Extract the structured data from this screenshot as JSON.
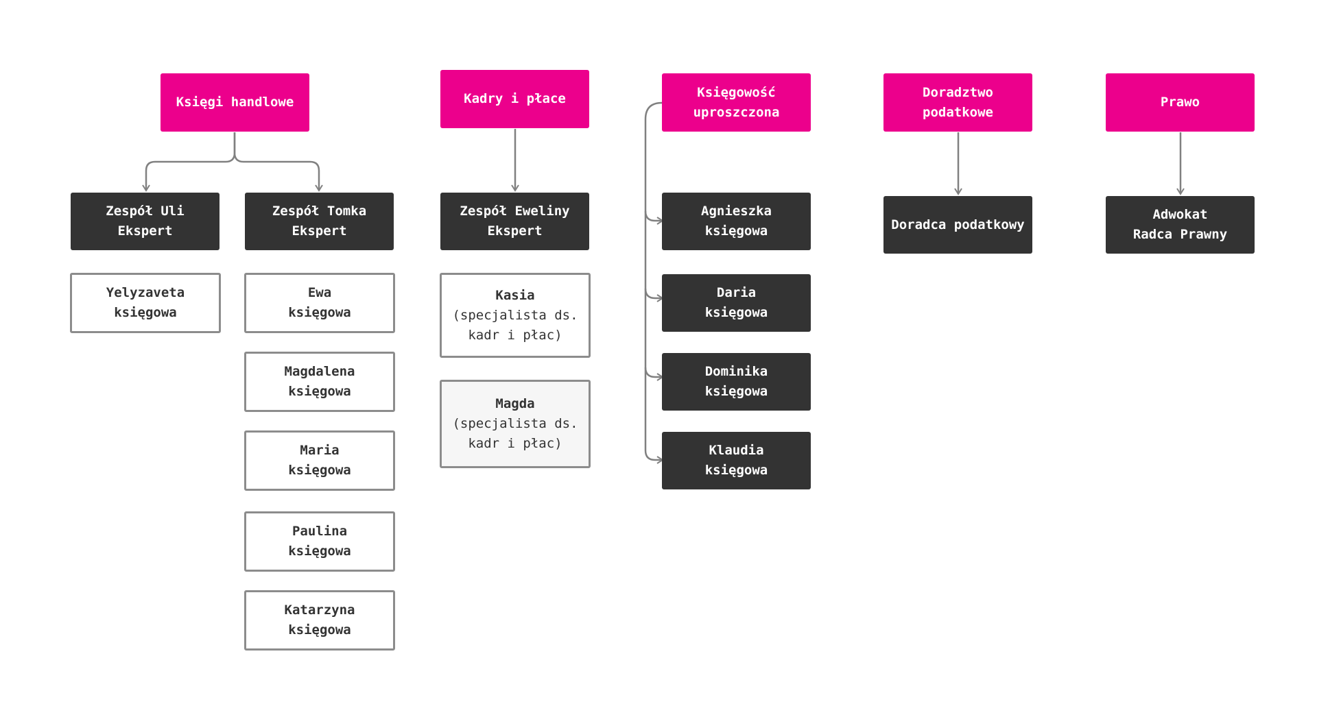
{
  "colors": {
    "category": "#ec008c",
    "team": "#333333",
    "person_border": "#8c8c8c",
    "connector": "#808080"
  },
  "columns": {
    "ksiegi_handlowe": {
      "title": "Księgi handlowe",
      "team_uli": {
        "line1": "Zespół Uli",
        "line2": "Ekspert"
      },
      "team_tomka": {
        "line1": "Zespół Tomka",
        "line2": "Ekspert"
      },
      "uli_members": [
        {
          "name": "Yelyzaveta",
          "role": "księgowa"
        }
      ],
      "tomka_members": [
        {
          "name": "Ewa",
          "role": "księgowa"
        },
        {
          "name": "Magdalena",
          "role": "księgowa"
        },
        {
          "name": "Maria",
          "role": "księgowa"
        },
        {
          "name": "Paulina",
          "role": "księgowa"
        },
        {
          "name": "Katarzyna",
          "role": "księgowa"
        }
      ]
    },
    "kadry": {
      "title": "Kadry i płace",
      "team": {
        "line1": "Zespół Eweliny",
        "line2": "Ekspert"
      },
      "members": [
        {
          "name": "Kasia",
          "role1": "(specjalista ds.",
          "role2": "kadr i płac)"
        },
        {
          "name": "Magda",
          "role1": "(specjalista ds.",
          "role2": "kadr i płac)"
        }
      ]
    },
    "uproszczona": {
      "title1": "Księgowość",
      "title2": "uproszczona",
      "members": [
        {
          "name": "Agnieszka",
          "role": "księgowa"
        },
        {
          "name": "Daria",
          "role": "księgowa"
        },
        {
          "name": "Dominika",
          "role": "księgowa"
        },
        {
          "name": "Klaudia",
          "role": "księgowa"
        }
      ]
    },
    "doradztwo": {
      "title1": "Doradztwo",
      "title2": "podatkowe",
      "member": "Doradca podatkowy"
    },
    "prawo": {
      "title": "Prawo",
      "member1": "Adwokat",
      "member2": "Radca Prawny"
    }
  }
}
